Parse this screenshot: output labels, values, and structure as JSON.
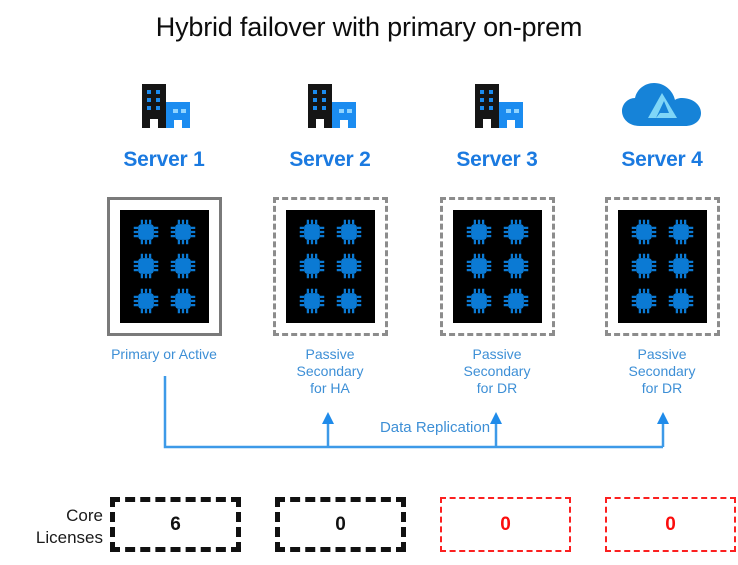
{
  "title": "Hybrid failover with primary on-prem",
  "colors": {
    "title_text": "#0d0d0d",
    "server_title_blue": "#1b7ae0",
    "caption_blue": "#3d8fd6",
    "chip_blue": "#0b7ad4",
    "connector_blue": "#3d9ae8",
    "license_black": "#111111",
    "license_red": "#fb0d0d",
    "chassis_solid_border": "#7a7a7a",
    "chassis_dashed_border": "#8c8c8c"
  },
  "servers": [
    {
      "name": "Server 1",
      "icon": "on-prem-building-icon",
      "border_style": "solid",
      "cores": 6,
      "role": "Primary or Active",
      "role_lines": [
        "Primary or Active"
      ]
    },
    {
      "name": "Server 2",
      "icon": "on-prem-building-icon",
      "border_style": "dashed",
      "cores": 6,
      "role": "Passive Secondary for HA",
      "role_lines": [
        "Passive",
        "Secondary",
        "for HA"
      ]
    },
    {
      "name": "Server 3",
      "icon": "on-prem-building-icon",
      "border_style": "dashed",
      "cores": 6,
      "role": "Passive Secondary for DR",
      "role_lines": [
        "Passive",
        "Secondary",
        "for DR"
      ]
    },
    {
      "name": "Server 4",
      "icon": "azure-cloud-icon",
      "border_style": "dashed",
      "cores": 6,
      "role": "Passive Secondary for DR",
      "role_lines": [
        "Passive",
        "Secondary",
        "for DR"
      ]
    }
  ],
  "replication": {
    "label": "Data Replication",
    "source": "Server 1",
    "targets": [
      "Server 2",
      "Server 3",
      "Server 4"
    ]
  },
  "core_licenses": {
    "label_line1": "Core",
    "label_line2": "Licenses",
    "values": [
      {
        "server": "Server 1",
        "value": "6",
        "style": "black"
      },
      {
        "server": "Server 2",
        "value": "0",
        "style": "black"
      },
      {
        "server": "Server 3",
        "value": "0",
        "style": "red"
      },
      {
        "server": "Server 4",
        "value": "0",
        "style": "red"
      }
    ]
  }
}
